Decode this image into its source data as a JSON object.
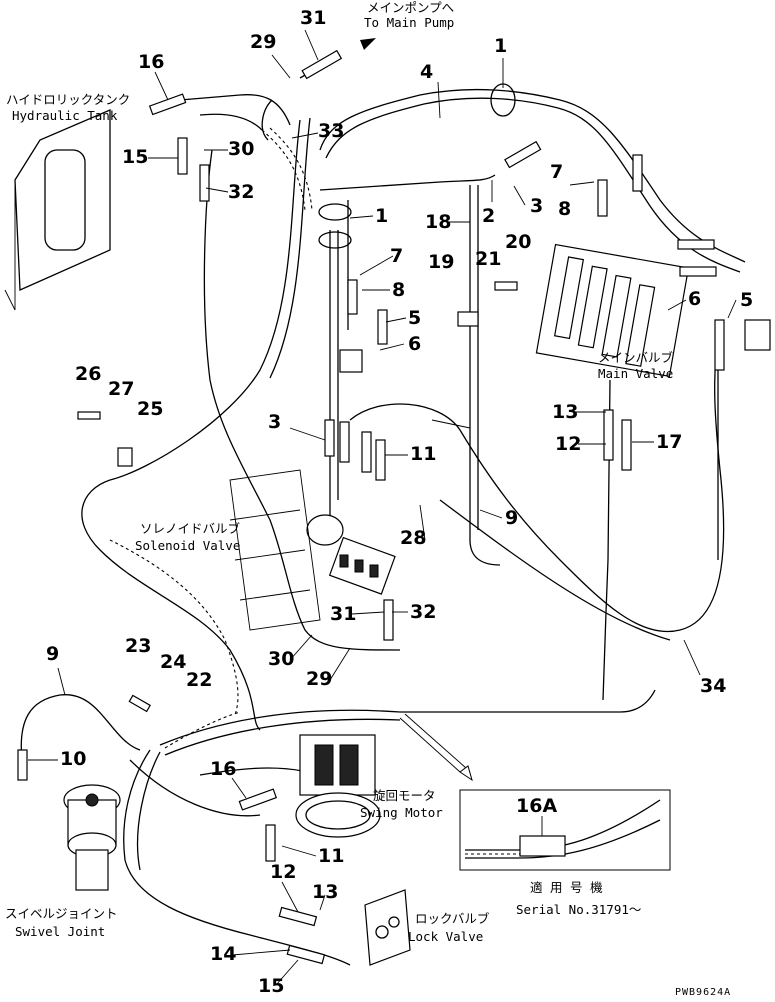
{
  "diagram": {
    "callouts": [
      "31",
      "29",
      "16",
      "4",
      "1",
      "30",
      "33",
      "15",
      "32",
      "1",
      "18",
      "2",
      "3",
      "7",
      "8",
      "19",
      "21",
      "20",
      "7",
      "8",
      "5",
      "6",
      "26",
      "27",
      "25",
      "3",
      "11",
      "13",
      "12",
      "17",
      "28",
      "9",
      "31",
      "32",
      "30",
      "29",
      "34",
      "9",
      "23",
      "24",
      "22",
      "10",
      "16",
      "11",
      "12",
      "13",
      "14",
      "15",
      "5",
      "6",
      "16A"
    ],
    "labels": {
      "main_pump_jp": "メインポンプへ",
      "main_pump_en": "To Main Pump",
      "tank_jp": "ハイドロリックタンク",
      "tank_en": "Hydraulic Tank",
      "main_valve_jp": "メインバルブ",
      "main_valve_en": "Main Valve",
      "solenoid_jp": "ソレノイドバルブ",
      "solenoid_en": "Solenoid Valve",
      "swing_jp": "旋回モータ",
      "swing_en": "Swing Motor",
      "swivel_jp": "スイベルジョイント",
      "swivel_en": "Swivel Joint",
      "lock_jp": "ロックバルブ",
      "lock_en": "Lock Valve",
      "serial_jp": "適 用 号 機",
      "serial_en": "Serial No.31791～"
    },
    "drawing_code": "PWB9624A"
  }
}
